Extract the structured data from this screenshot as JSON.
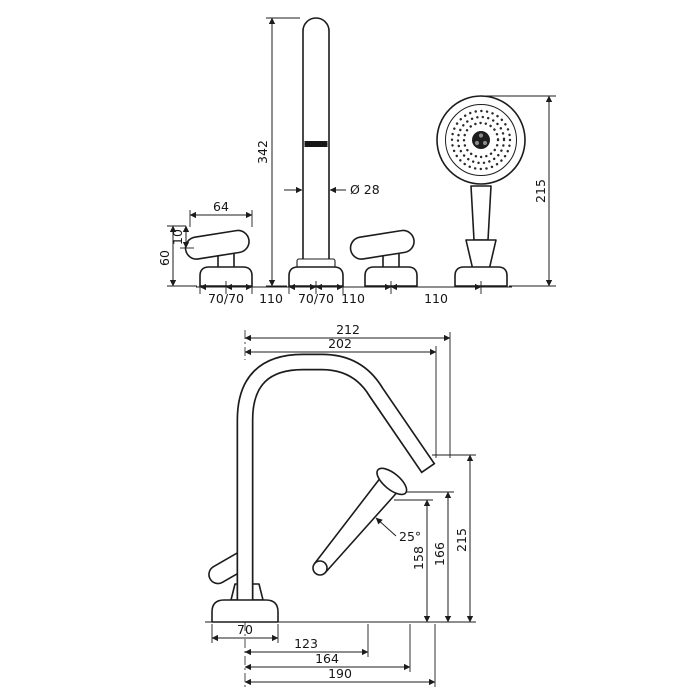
{
  "page": {
    "background": "#ffffff",
    "line_color": "#1c1c1c"
  },
  "drawing": {
    "title": "bath-rim-mixer-with-handshower-dimension-drawing",
    "views": {
      "front": {
        "dims": {
          "spout_height": "342",
          "spout_diameter": "Ø 28",
          "lever_length": "64",
          "lever_height": "10",
          "handle_height": "60",
          "esc_left": "70/70",
          "pitch_1": "110",
          "esc_spout": "70/70",
          "pitch_2": "110",
          "pitch_3": "110",
          "shower_height": "215"
        }
      },
      "side": {
        "dims": {
          "reach_max": "212",
          "reach_spout": "202",
          "angle": "25°",
          "h_outlet": "158",
          "h_shower": "166",
          "h_total": "215",
          "base_w": "70",
          "r1": "123",
          "r2": "164",
          "r3": "190"
        }
      }
    }
  }
}
